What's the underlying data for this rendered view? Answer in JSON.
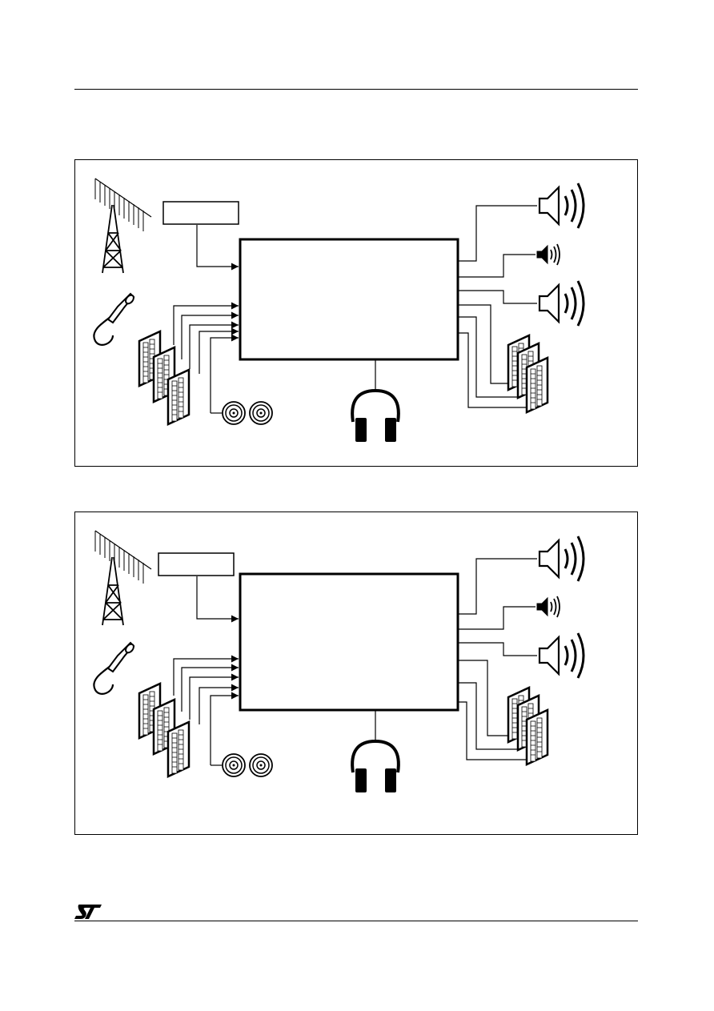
{
  "page": {
    "header_rule": true,
    "footer_rule": true,
    "brand": {
      "logo": "st-logo"
    }
  },
  "diagrams": [
    {
      "inputs": [
        "antenna-icon",
        "tuner-box",
        "microphone-icon",
        "scart-connector-icon",
        "rca-jack-icon"
      ],
      "central_block": "processor-block",
      "outputs": [
        "loudspeaker-icon",
        "small-speaker-icon",
        "loudspeaker-icon",
        "scart-connector-icon",
        "headphones-icon"
      ]
    },
    {
      "inputs": [
        "antenna-icon",
        "tuner-box",
        "microphone-icon",
        "scart-connector-icon",
        "rca-jack-icon"
      ],
      "central_block": "processor-block",
      "outputs": [
        "loudspeaker-icon",
        "small-speaker-icon",
        "loudspeaker-icon",
        "scart-connector-icon",
        "headphones-icon"
      ]
    }
  ],
  "colors": {
    "ink": "#000000",
    "paper": "#ffffff"
  }
}
